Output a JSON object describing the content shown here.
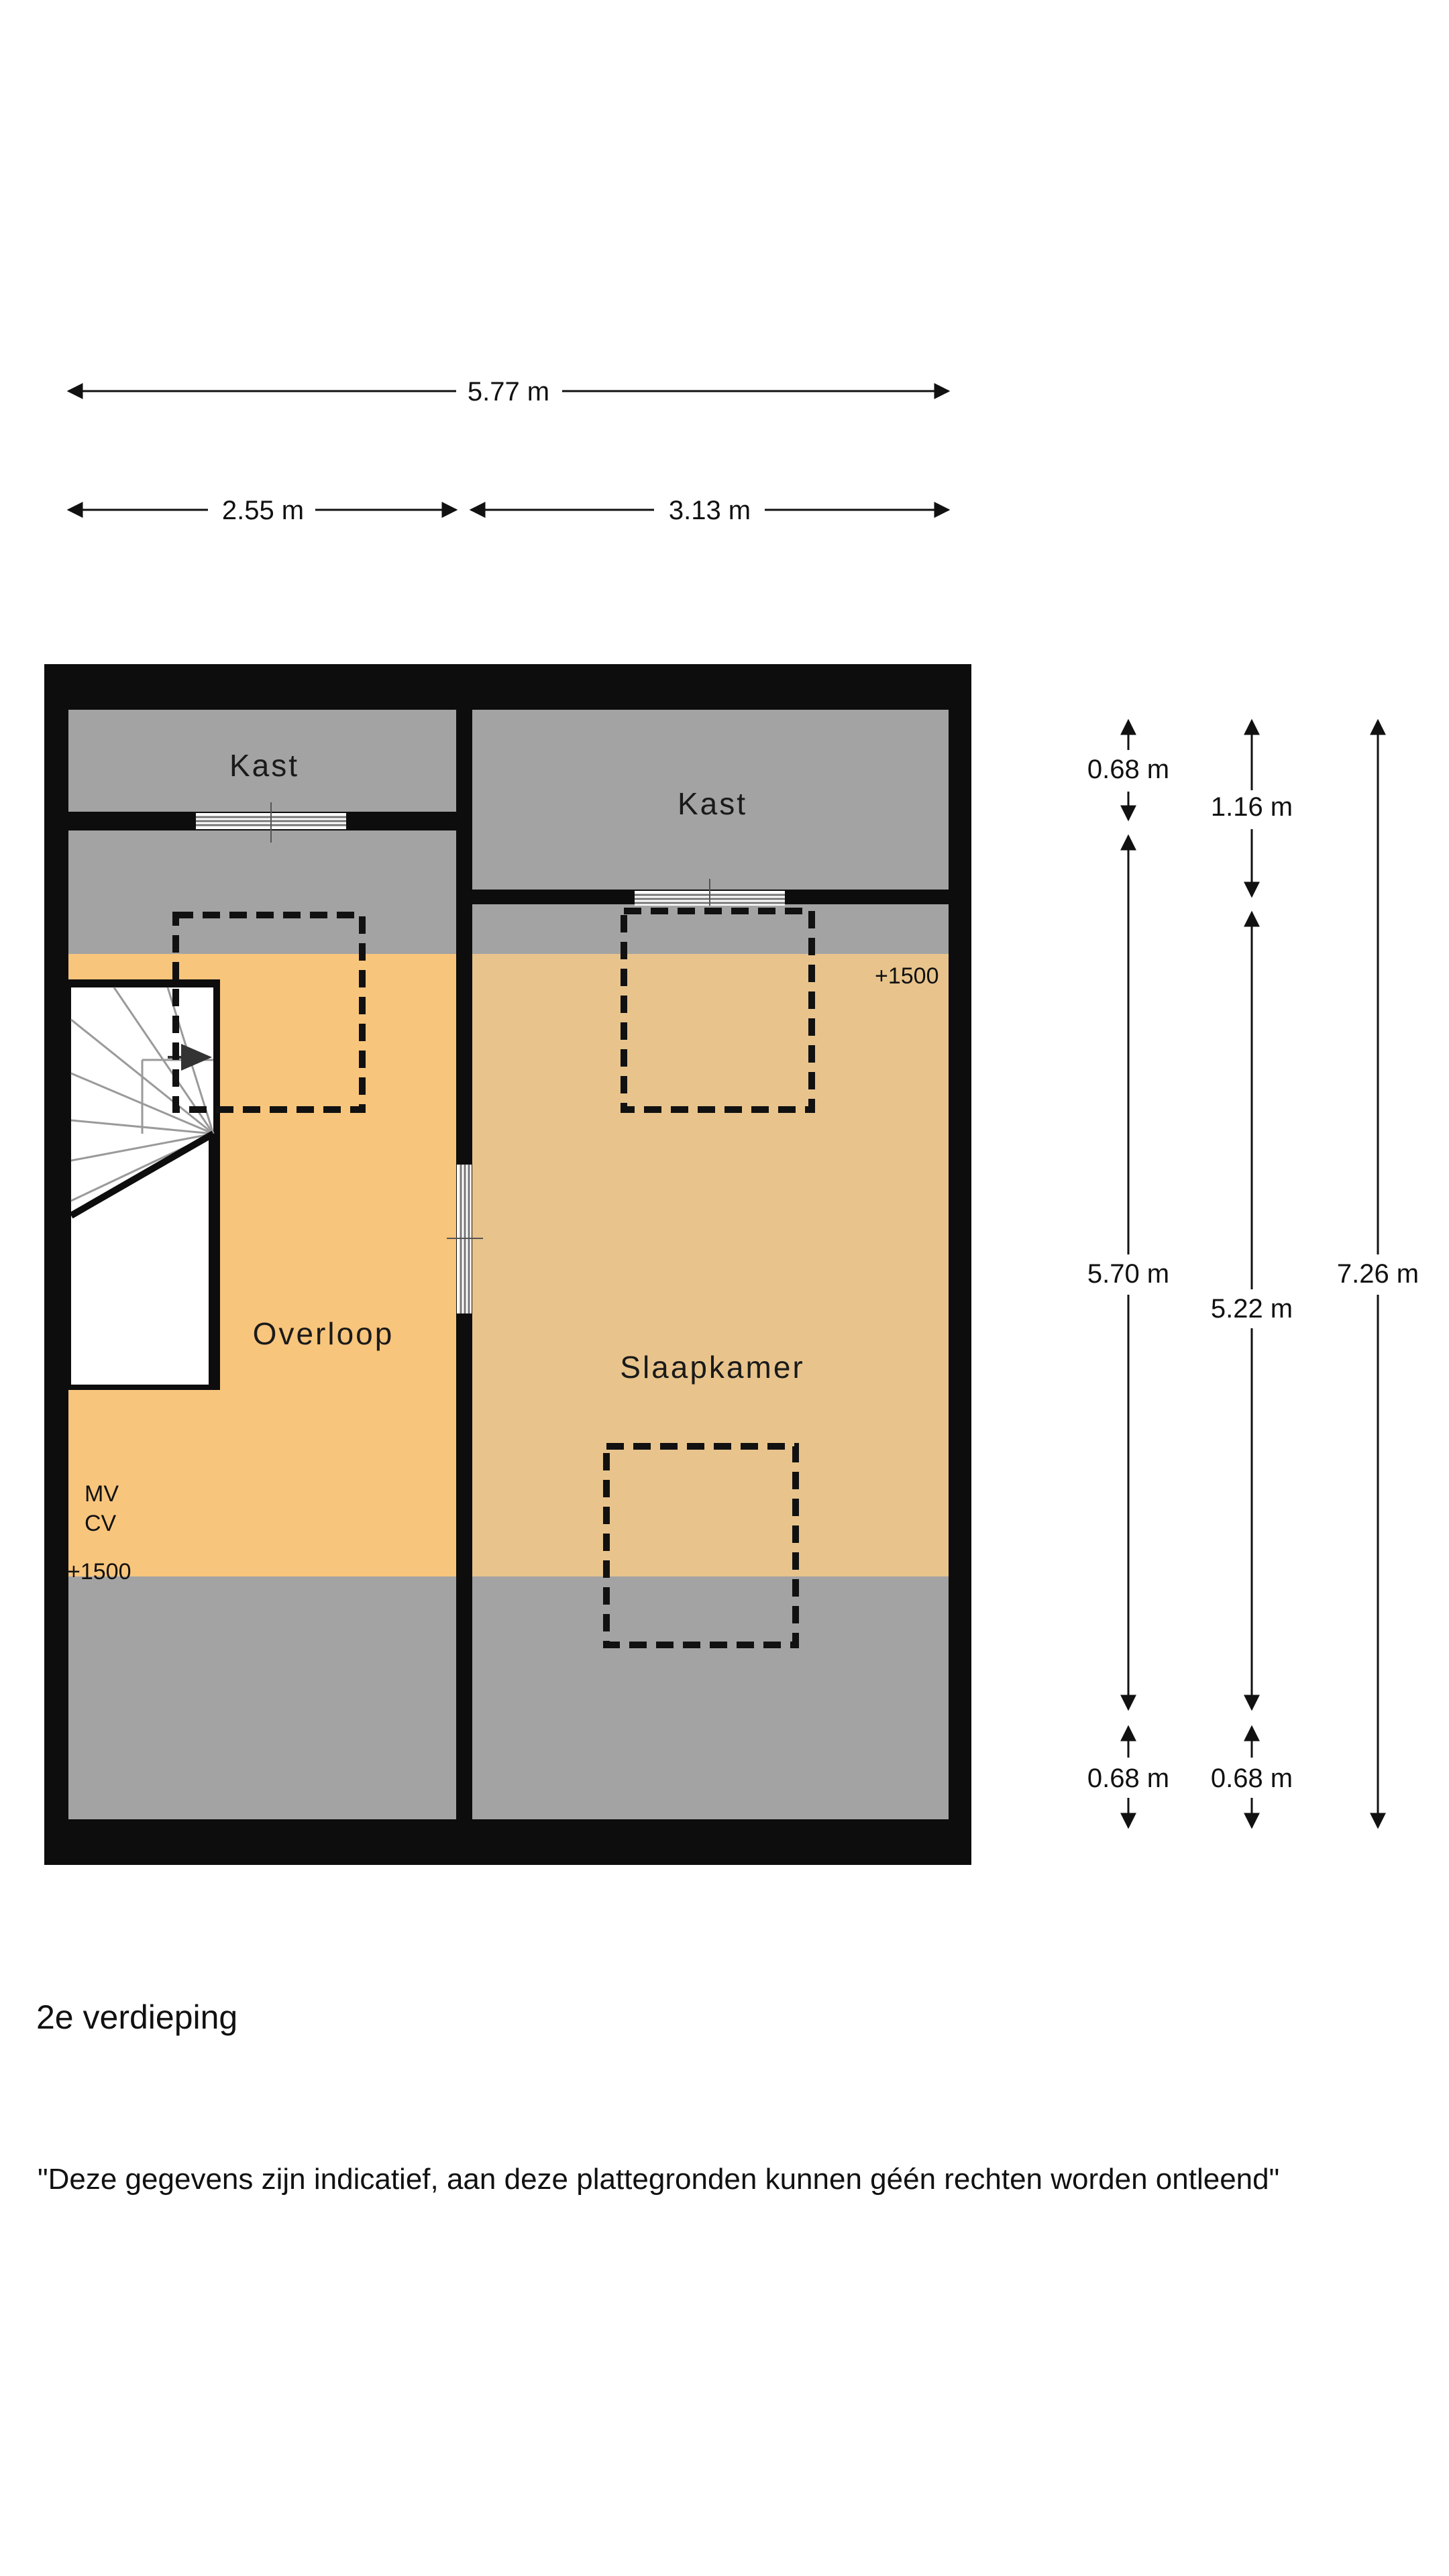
{
  "dimensions": {
    "total_width": "5.77 m",
    "left_width": "2.55 m",
    "right_width": "3.13 m",
    "col1_top": "0.68 m",
    "col1_middle": "5.70 m",
    "col1_bottom": "0.68 m",
    "col2_top": "1.16 m",
    "col2_middle": "5.22 m",
    "col2_bottom": "0.68 m",
    "col3_total": "7.26 m"
  },
  "rooms": {
    "kast_left": "Kast",
    "kast_right": "Kast",
    "overloop": "Overloop",
    "slaapkamer": "Slaapkamer",
    "mv": "MV",
    "cv": "CV",
    "height_marker_left": "+1500",
    "height_marker_right": "+1500"
  },
  "colors": {
    "wall": "#0d0d0d",
    "low_ceiling_gray": "#a3a3a3",
    "overloop_fill": "#f8c57c",
    "slaapkamer_fill": "#e8c48c",
    "stair_white": "#ffffff"
  },
  "floor_label": "2e verdieping",
  "disclaimer": "\"Deze gegevens zijn indicatief, aan deze plattegronden kunnen géén rechten worden ontleend\""
}
